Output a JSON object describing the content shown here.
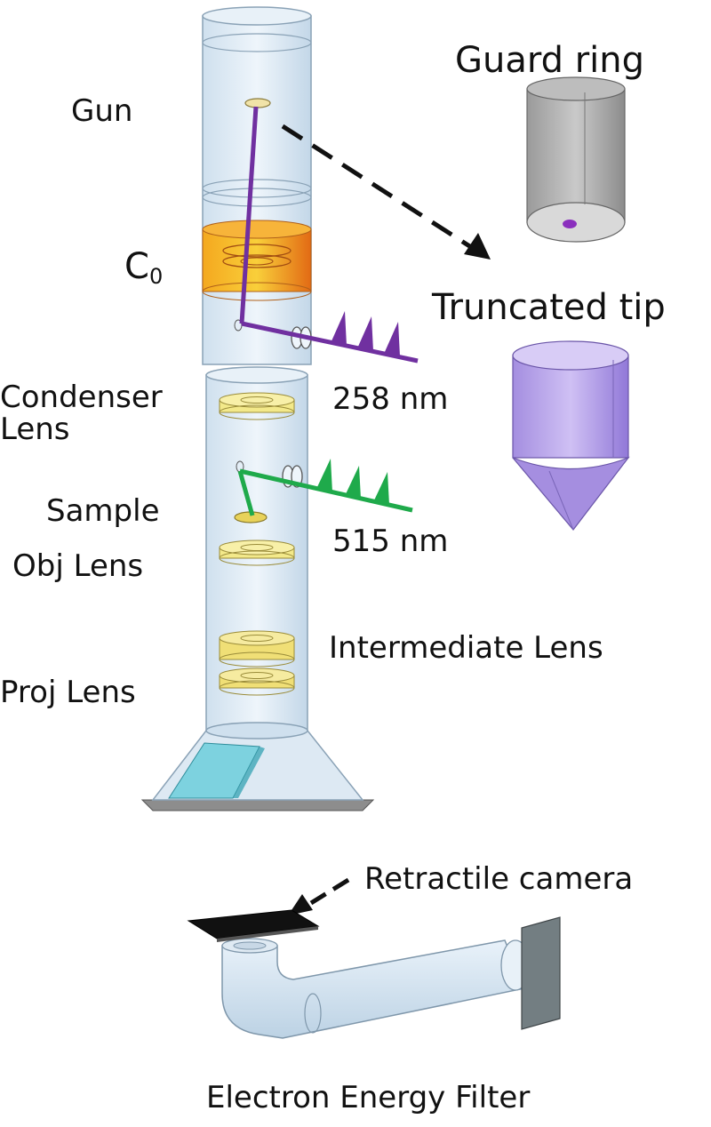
{
  "labels": {
    "gun": "Gun",
    "c0_main": "C",
    "c0_sub": "0",
    "condenser_line1": "Condenser",
    "condenser_line2": "Lens",
    "sample": "Sample",
    "obj_lens": "Obj Lens",
    "proj_lens": "Proj Lens",
    "guard_ring": "Guard ring",
    "truncated_tip": "Truncated tip",
    "wavelength_uv": "258 nm",
    "wavelength_green": "515 nm",
    "intermediate_lens": "Intermediate Lens",
    "retractile_camera": "Retractile camera",
    "energy_filter": "Electron Energy Filter"
  },
  "colors": {
    "uv_laser": "#7030a0",
    "green_laser": "#1faa4b",
    "guard_ring_body": "#a6a6a6",
    "tip_body": "#b7a3e6",
    "column_glass": "#d6e6f2",
    "lens_yellow": "#f0e27a",
    "c0_orange": "#f08a1c",
    "screen_cyan": "#5cc9d8"
  },
  "icons": [
    "arrow-head-icon",
    "laser-pulse-icon"
  ]
}
